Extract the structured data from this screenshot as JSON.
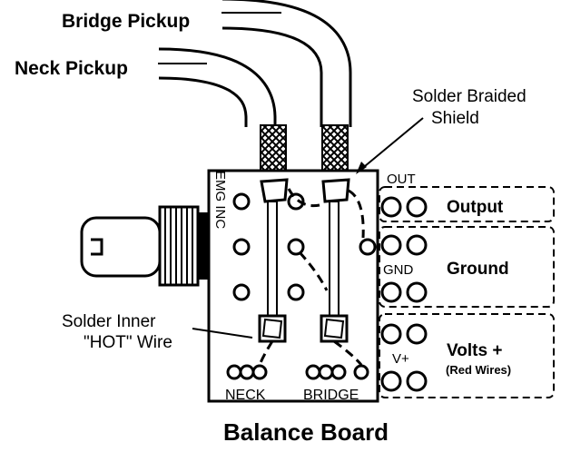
{
  "labels": {
    "bridge_pickup": "Bridge Pickup",
    "neck_pickup": "Neck Pickup",
    "solder_braided_line1": "Solder Braided",
    "solder_braided_line2": "Shield",
    "solder_inner_line1": "Solder Inner",
    "solder_inner_line2": "\"HOT\" Wire",
    "board_brand": "EMG INC",
    "out": "OUT",
    "gnd": "GND",
    "v_plus": "V+",
    "neck": "NECK",
    "bridge": "BRIDGE",
    "output": "Output",
    "ground": "Ground",
    "volts": "Volts +",
    "red_wires": "(Red Wires)",
    "board_title": "Balance Board"
  }
}
